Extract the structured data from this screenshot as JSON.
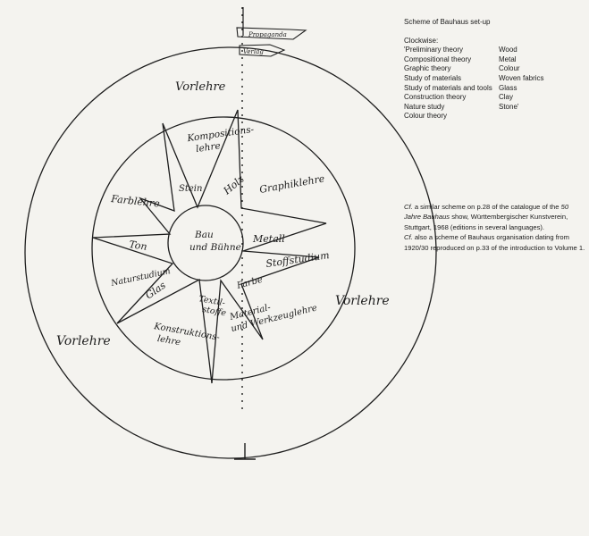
{
  "caption": {
    "title": "Scheme of Bauhaus set-up",
    "clockwise_label": "Clockwise:",
    "column1": [
      "'Preliminary theory",
      "Compositional theory",
      "Graphic theory",
      "Study of materials",
      "Study of materials and tools",
      "Construction theory",
      "Nature study",
      "Colour theory"
    ],
    "column2": [
      "Wood",
      "Metal",
      "Colour",
      "Woven fabrics",
      "Glass",
      "Clay",
      "Stone'"
    ]
  },
  "note": {
    "p1_cf": "Cf.",
    "p1_a": " a similar scheme on p.28 of the catalogue of the ",
    "p1_title": "50 Jahre Bauhaus",
    "p1_b": " show, Württembergischer Kunstverein, Stuttgart, 1968 (editions in several languages).",
    "p2_cf": "Cf.",
    "p2_a": " also a scheme of Bauhaus organisation dating from 1920/30 reproduced on p.33 of the introduction to Volume 1."
  },
  "diagram": {
    "flag_top": "Propaganda",
    "flag_bottom": "Verlag",
    "outer_ring": [
      "Vorlehre",
      "Vorlehre",
      "Vorlehre"
    ],
    "star_labels": [
      "Kompositions-\nlehre",
      "Graphiklehre",
      "Stoffstudium",
      "Material-\nund Werkzeuglehre",
      "Konstruktions-\nlehre",
      "Naturstudium",
      "Farblehre"
    ],
    "inner_labels": [
      "Holz",
      "Metall",
      "Farbe",
      "Textil-\nstoffe",
      "Glas",
      "Ton",
      "Stein"
    ],
    "center": "Bau\nund Bühne"
  }
}
